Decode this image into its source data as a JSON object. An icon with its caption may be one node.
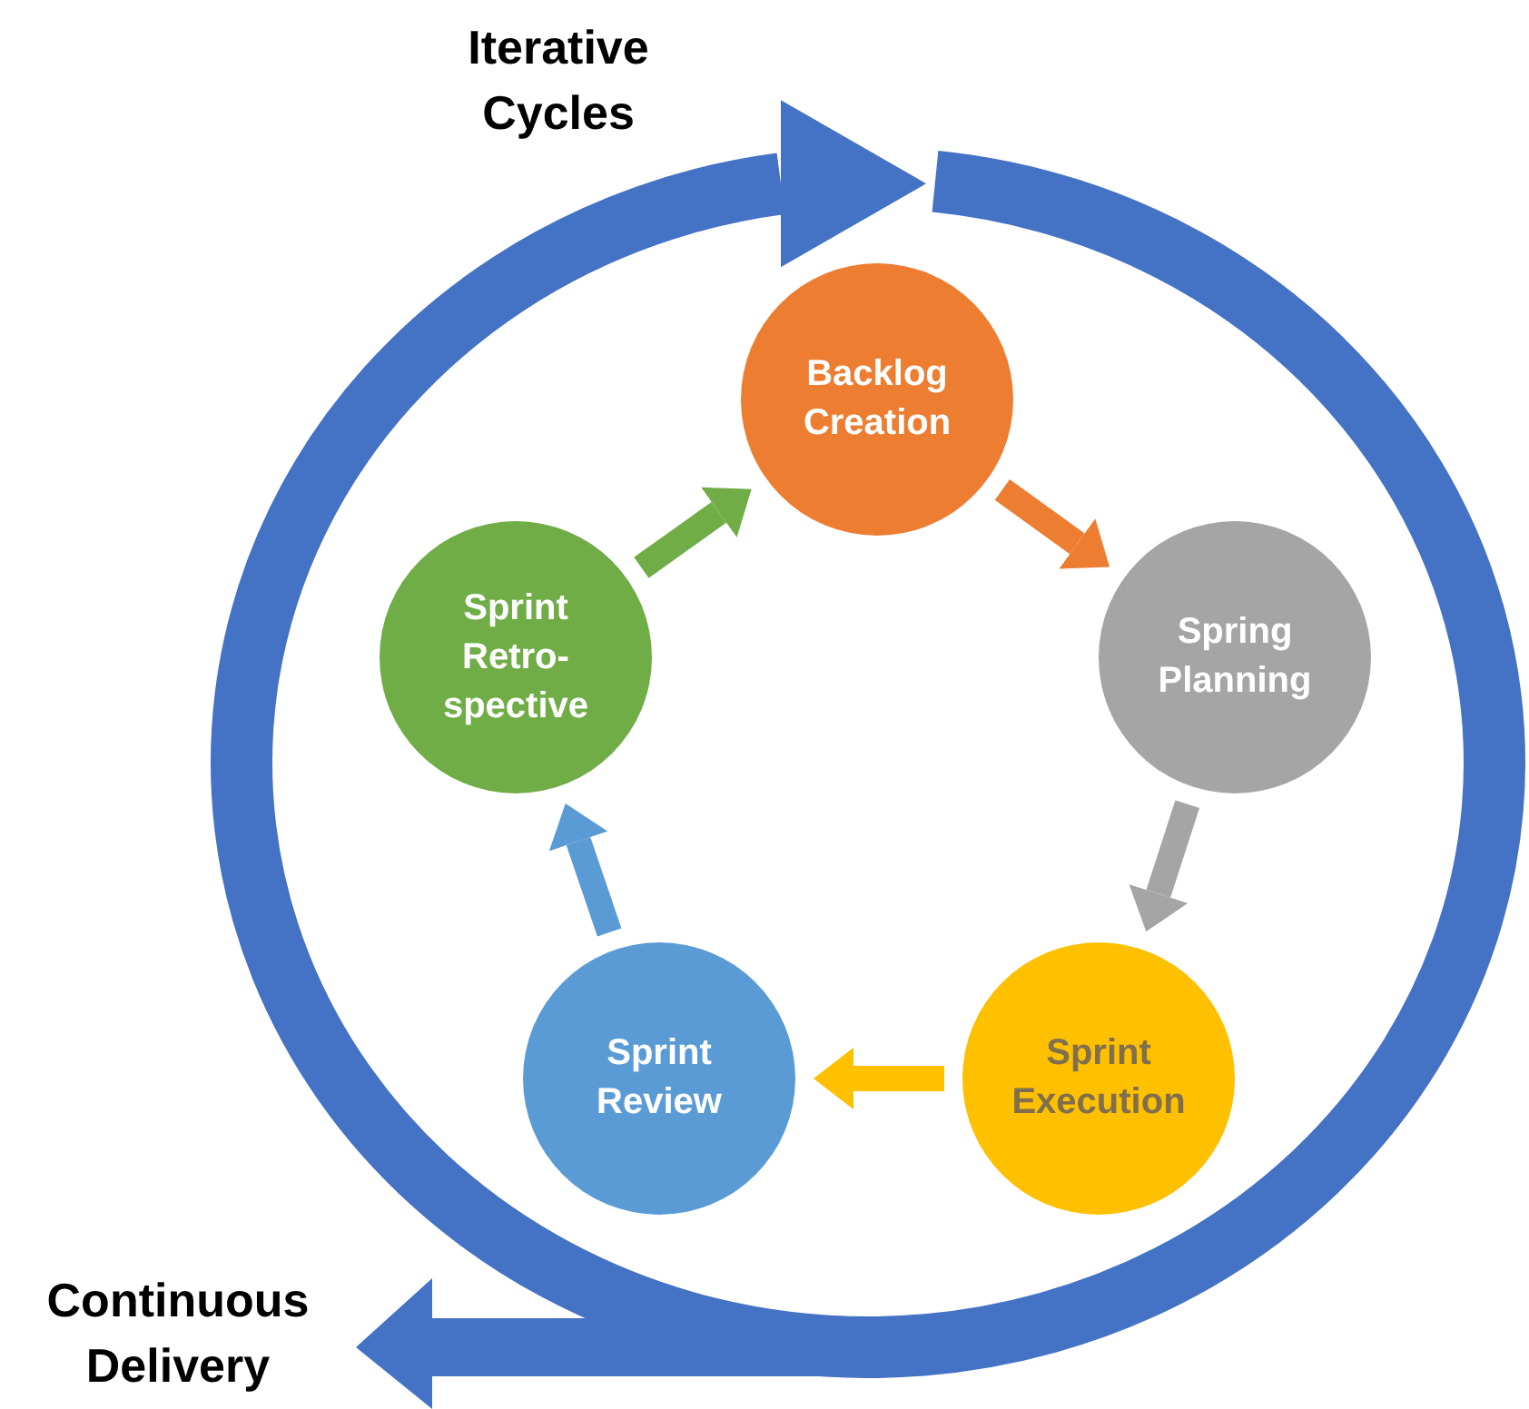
{
  "diagram": {
    "nodes": [
      {
        "text": [
          "Backlog Creation"
        ]
      },
      {
        "text": [
          "Spring Planning"
        ]
      },
      {
        "text": [
          "Sprint Execution"
        ]
      },
      {
        "text": [
          "Sprint Review"
        ]
      },
      {
        "text": [
          "Sprint Retro- spective"
        ]
      }
    ],
    "edges": [
      {
        "from": 0,
        "to": 1,
        "arrow": "to",
        "color": "#ed7d31"
      },
      {
        "from": 1,
        "to": 2,
        "arrow": "to",
        "color": "#a5a5a5"
      },
      {
        "from": 2,
        "to": 3,
        "arrow": "to",
        "color": "#ffc000"
      },
      {
        "from": 3,
        "to": 4,
        "arrow": "to",
        "color": "#5b9bd5"
      },
      {
        "from": 4,
        "to": 0,
        "arrow": "to",
        "color": "#70ad47"
      }
    ],
    "labels": [
      "Iterative Cycles",
      "Continuous Delivery"
    ]
  }
}
